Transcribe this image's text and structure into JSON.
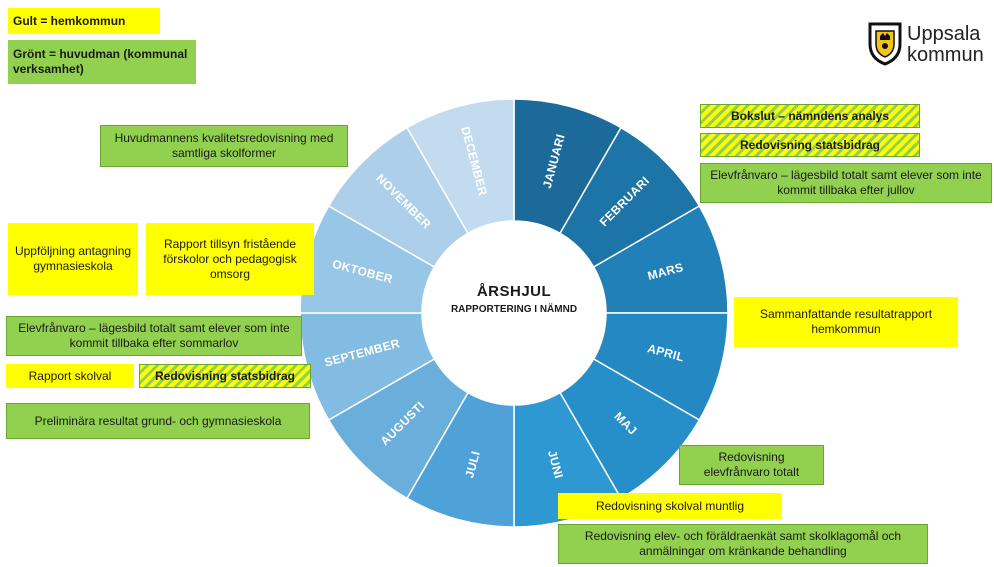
{
  "legend": {
    "yellow": "Gult = hemkommun",
    "green": "Grönt = huvudman (kommunal verksamhet)"
  },
  "logo": {
    "line1": "Uppsala",
    "line2": "kommun"
  },
  "wheel": {
    "title": "ÅRSHJUL",
    "subtitle": "RAPPORTERING I NÄMND",
    "months": [
      {
        "name": "JANUARI",
        "color": "#1b6a9a"
      },
      {
        "name": "FEBRUARI",
        "color": "#1d74a6"
      },
      {
        "name": "MARS",
        "color": "#2180b7"
      },
      {
        "name": "APRIL",
        "color": "#2489c2"
      },
      {
        "name": "MAJ",
        "color": "#268fca"
      },
      {
        "name": "JUNI",
        "color": "#2e98d3"
      },
      {
        "name": "JULI",
        "color": "#4fa2d8"
      },
      {
        "name": "AUGUSTI",
        "color": "#6aaedc"
      },
      {
        "name": "SEPTEMBER",
        "color": "#82bce3"
      },
      {
        "name": "OKTOBER",
        "color": "#98c6e6"
      },
      {
        "name": "NOVEMBER",
        "color": "#adcfea"
      },
      {
        "name": "DECEMBER",
        "color": "#c3dbef"
      }
    ]
  },
  "notes": {
    "bokslut": "Bokslut – nämndens analys",
    "statsbidrag_jan": "Redovisning statsbidrag",
    "franvaro_jan": "Elevfrånvaro – lägesbild totalt samt elever som inte kommit tillbaka efter jullov",
    "sammanfattande": "Sammanfattande resultatrapport hemkommun",
    "franvaro_totalt": "Redovisning elevfrånvaro totalt",
    "skolval_muntlig": "Redovisning skolval muntlig",
    "enkat": "Redovisning elev- och föräldraenkät samt skolklagomål och anmälningar om kränkande behandling",
    "kvalitet": "Huvudmannens kvalitetsredovisning med samtliga skolformer",
    "uppfoljning": "Uppföljning antagning gymnasieskola",
    "tillsyn": "Rapport tillsyn fristående förskolor och pedagogisk omsorg",
    "franvaro_sommar": "Elevfrånvaro – lägesbild totalt samt elever som inte kommit tillbaka efter sommarlov",
    "rapport_skolval": "Rapport skolval",
    "statsbidrag_sep": "Redovisning statsbidrag",
    "preliminara": "Preliminära resultat grund- och gymnasieskola"
  }
}
